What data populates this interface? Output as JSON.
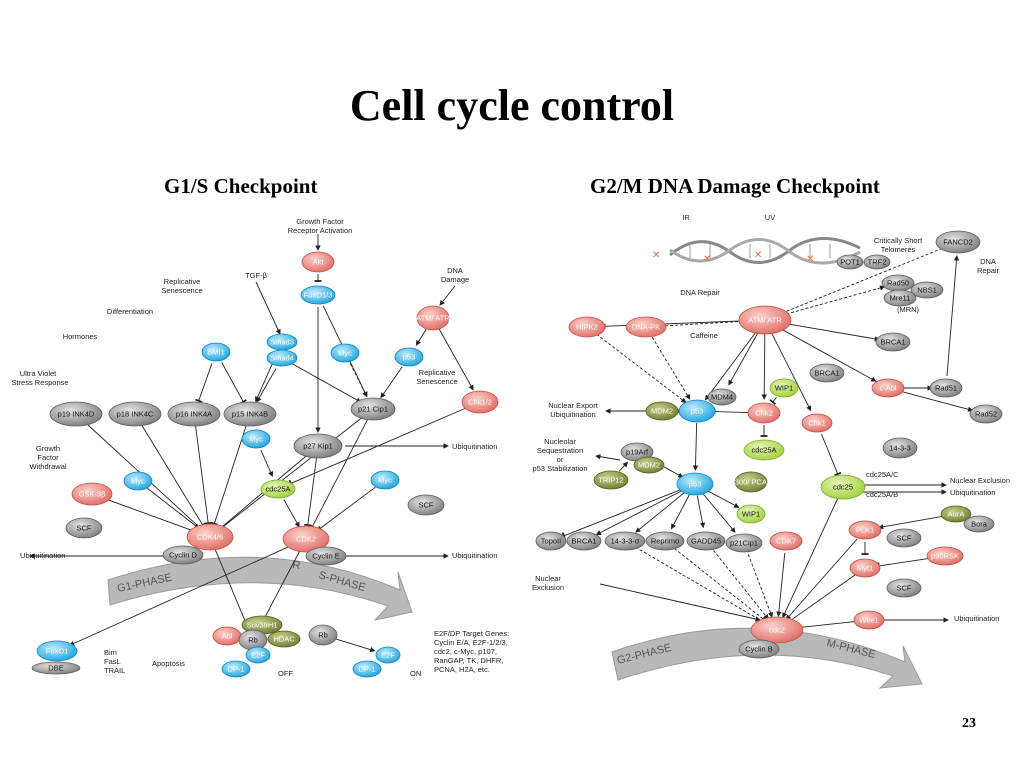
{
  "slide": {
    "title": "Cell cycle control",
    "page_number": "23"
  },
  "left_panel": {
    "title": "G1/S Checkpoint",
    "labels": {
      "growth_factor": "Growth Factor",
      "receptor_activation": "Receptor Activation",
      "tgf_beta": "TGF-β",
      "dna": "DNA",
      "damage": "Damage",
      "replicative": "Replicative",
      "senescence": "Senescence",
      "differentiation": "Differentiation",
      "hormones": "Hormones",
      "uv": "Ultra Violet",
      "stress_response": "Stress Response",
      "replicative2": "Replicative",
      "senescence2": "Senescence",
      "growth": "Growth",
      "factor": "Factor",
      "withdrawal": "Withdrawal",
      "ubiquitination1": "Ubiquitination",
      "ubiquitination2": "Ubiquitination",
      "ubiquitination3": "Ubiquitination",
      "bim": "Bim",
      "fasl": "FasL",
      "trail": "TRAIL",
      "apoptosis": "Apoptosis",
      "off": "OFF",
      "on": "ON",
      "targets1": "E2F/DP Target Genes:",
      "targets2": "Cyclin E/A, E2F-1/2/3,",
      "targets3": "cdc2, c-Myc, p107,",
      "targets4": "RanGAP, TK, DHFR,",
      "targets5": "PCNA, H2A, etc.",
      "g1_phase": "G1-PHASE",
      "r": "R",
      "s_phase": "S-PHASE"
    },
    "nodes": {
      "akt": "Akt",
      "foxo13": "FoxO1/3",
      "atm_atr": "ATM/ ATR",
      "smad3": "Smad3",
      "smad4": "Smad4",
      "bmi1": "BMI1",
      "myc1": "Myc",
      "p53": "p53",
      "p19ink4d": "p19 INK4D",
      "p18ink4c": "p18 INK4C",
      "p16ink4a": "p16 INK4A",
      "p15ink4b": "p15 INK4B",
      "p21cip1": "p21 Cip1",
      "chk12": "Chk1/2",
      "myc2": "Myc",
      "p27kip1": "p27 Kip1",
      "cdc25a": "cdc25A",
      "myc3": "Myc",
      "myc4": "Myc",
      "gsk3b": "GSK-3β",
      "scf1": "SCF",
      "scf2": "SCF",
      "cdk46": "CDK4/6",
      "cdk2": "CDK2",
      "cyclin_d": "Cyclin D",
      "cyclin_e": "Cyclin E",
      "foxo1": "FoxO1",
      "dbe": "DBE",
      "suv39h1": "Suv39H1",
      "hdac": "HDAC",
      "abl": "Abl",
      "rb1": "Rb",
      "rb2": "Rb",
      "e2f1": "E2F",
      "dp1a": "DP-1",
      "e2f2": "E2F",
      "dp1b": "DP-1"
    }
  },
  "right_panel": {
    "title": "G2/M DNA Damage Checkpoint",
    "labels": {
      "ir": "IR",
      "uv": "UV",
      "crit1": "Critically Short",
      "crit2": "Telomeres",
      "dna_repair1": "DNA",
      "dna_repair2": "Repair",
      "dna_repair3": "DNA Repair",
      "caffeine": "Caffeine",
      "mrn": "(MRN)",
      "nuc_export1": "Nuclear Export",
      "nuc_export2": "Ubiquitination",
      "nucleolar1": "Nucleolar",
      "nucleolar2": "Sequestration",
      "nucleolar3": "or",
      "nucleolar4": "p53 Stabilization",
      "cdc25ac": "cdc25A/C",
      "cdc25ab": "cdc25A/B",
      "nuc_exclusion": "Nuclear Exclusion",
      "ubiquitination1": "Ubiquitination",
      "nuc_excl2a": "Nuclear",
      "nuc_excl2b": "Exclusion",
      "ubiquitination2": "Ubiquitination",
      "g2_phase": "G2-PHASE",
      "m_phase": "M-PHASE"
    },
    "nodes": {
      "fancd2": "FANCD2",
      "pot1": "POT1",
      "trf2": "TRF2",
      "rad50": "Rad50",
      "nbs1": "NBS1",
      "mre11": "Mre11",
      "hipk2": "HIPK2",
      "dnapk": "DNA-PK",
      "atm_atr": "ATM/ ATR",
      "brca1a": "BRCA1",
      "brca1b": "BRCA1",
      "cabl": "c-Abl",
      "rad51": "Rad51",
      "rad52": "Rad52",
      "mdm2a": "MDM2",
      "p53a": "p53",
      "mdm4": "MDM4",
      "wip1a": "WIP1",
      "chk2": "Chk2",
      "chk1": "Chk1",
      "p19arf": "p19Arf",
      "mdm2b": "MDM2",
      "trip12": "TRIP12",
      "cdc25a": "cdc25A",
      "p53b": "p53",
      "p300": "p300/ PCAF",
      "wip1b": "WIP1",
      "n1433": "14-3-3",
      "cdc25": "cdc25",
      "topoii": "TopoII",
      "n1433s": "14-3-3-σ",
      "reprimo": "Reprimo",
      "gadd45": "GADD45",
      "p21": "p21Cip1",
      "cdk7": "CDK7",
      "plk1": "PLK1",
      "aura": "AurA",
      "bora": "Bora",
      "scf1": "SCF",
      "myt1": "Myt1",
      "p90rsk": "p90RSK",
      "scf2": "SCF",
      "wee1": "Wee1",
      "cdc2": "cdc2",
      "cyclinb": "Cyclin B"
    }
  },
  "colors": {
    "pink": "#e8837b",
    "blue": "#3ab5e6",
    "grey": "#8f8f8f",
    "olive": "#8b934a",
    "green": "#b8dd5e",
    "arrow": "#222222",
    "phase_arrow": "#b7b7b7"
  }
}
